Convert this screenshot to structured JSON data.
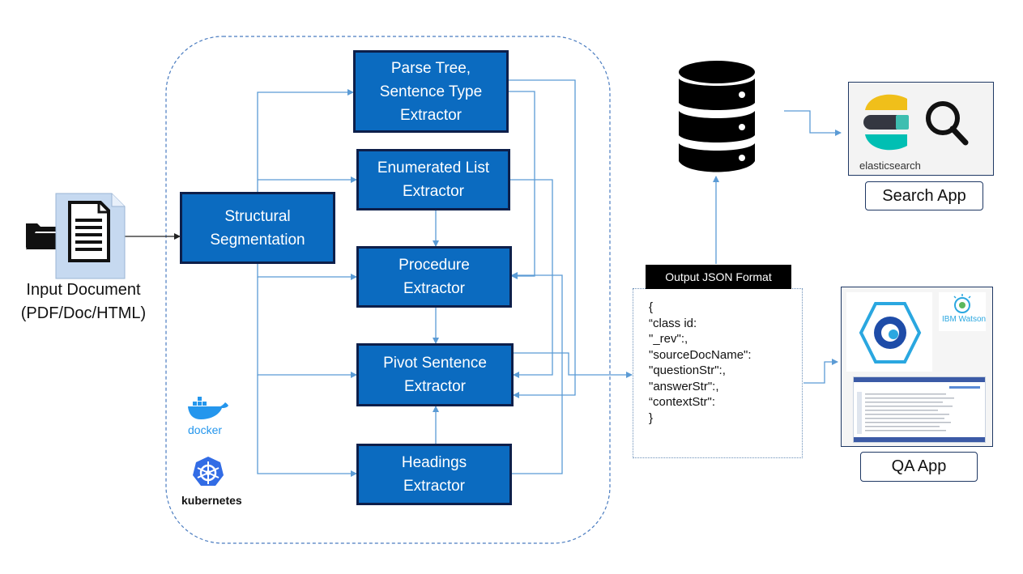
{
  "input": {
    "label": "Input Document\n(PDF/Doc/HTML)",
    "icons": [
      "folder-icon",
      "document-icon"
    ]
  },
  "pipeline": {
    "structural": "Structural\nSegmentation",
    "parse_tree": "Parse Tree,\nSentence Type\nExtractor",
    "enumerated": "Enumerated List\nExtractor",
    "procedure": "Procedure\nExtractor",
    "pivot": "Pivot Sentence\nExtractor",
    "headings": "Headings\nExtractor",
    "docker_label": "docker",
    "kubernetes_label": "kubernetes"
  },
  "output": {
    "title": "Output JSON Format",
    "lines": [
      "{",
      "“class id:",
      "\"_rev\":,",
      "\"sourceDocName\":",
      "\"questionStr\":,",
      "\"answerStr\":,",
      "“contextStr\":",
      "}"
    ]
  },
  "apps": {
    "search": {
      "logo_text": "elasticsearch",
      "button": "Search App"
    },
    "qa": {
      "watson_text": "IBM Watson",
      "button": "QA App"
    }
  },
  "colors": {
    "box_fill": "#0b6bc0",
    "box_border": "#0d1f4a",
    "wire": "#5b9bd5",
    "dashed": "#4a7cc0"
  }
}
